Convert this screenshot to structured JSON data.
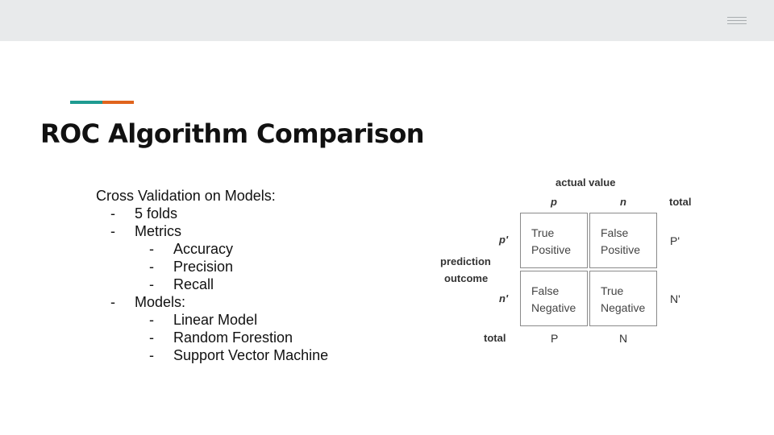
{
  "slide": {
    "title": "ROC Algorithm Comparison",
    "colors": {
      "top_bar": "#e8eaeb",
      "accent_teal": "#1e9b91",
      "accent_orange": "#e0641d",
      "text": "#111111"
    },
    "menu_icon": "hamburger-menu-icon"
  },
  "bullets": {
    "heading": "Cross Validation on Models:",
    "dash": "-",
    "folds": "5 folds",
    "metrics": "Metrics",
    "metric_items": [
      "Accuracy",
      "Precision",
      "Recall"
    ],
    "models": "Models:",
    "model_items": [
      "Linear Model",
      "Random Forestion",
      "Support Vector Machine"
    ]
  },
  "confusion_matrix": {
    "actual_value": "actual value",
    "col_p": "p",
    "col_n": "n",
    "total": "total",
    "row_p": "p'",
    "row_n": "n'",
    "prediction": "prediction",
    "outcome": "outcome",
    "cells": [
      [
        "True",
        "Positive"
      ],
      [
        "False",
        "Positive"
      ],
      [
        "False",
        "Negative"
      ],
      [
        "True",
        "Negative"
      ]
    ],
    "row_total_p": "P'",
    "row_total_n": "N'",
    "col_total_p": "P",
    "col_total_n": "N"
  }
}
